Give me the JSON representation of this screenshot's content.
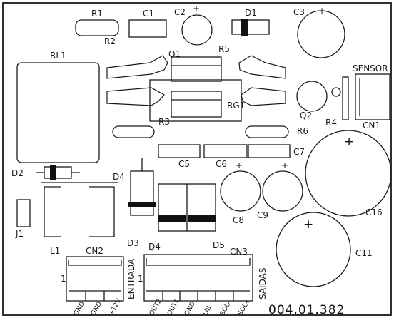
{
  "title": "",
  "board_code": "004.01.382",
  "labels": {
    "R1": "R1",
    "R2": "R2",
    "R3": "R3",
    "R4": "R4",
    "R5": "R5",
    "R6": "R6",
    "C1": "C1",
    "C2": "C2",
    "C3": "C3",
    "C5": "C5",
    "C6": "C6",
    "C7": "C7",
    "C8": "C8",
    "C9": "C9",
    "C11": "C11",
    "C16": "C16",
    "D1": "D1",
    "D2": "D2",
    "D3": "D3",
    "D4_top": "D4",
    "D4_bot": "D4",
    "D5": "D5",
    "Q1": "Q1",
    "Q2": "Q2",
    "RG1": "RG1",
    "RL1": "RL1",
    "J1": "J1",
    "L1": "L1",
    "CN1": "CN1",
    "CN2": "CN2",
    "CN3": "CN3",
    "sensor": "SENSOR",
    "entrada": "ENTRADA",
    "saidas": "SAIDAS",
    "pin1_cn2": "1",
    "pin1_cn3": "1",
    "plus": "+"
  },
  "cn2_pins": [
    "GND",
    "GND",
    "+12V"
  ],
  "cn3_pins": [
    "OUT2",
    "OUT1",
    "GND",
    "LIB",
    "SOL-",
    "SOL+"
  ],
  "colors": {
    "silk": "#1a1a1a",
    "board": "#ffffff"
  }
}
